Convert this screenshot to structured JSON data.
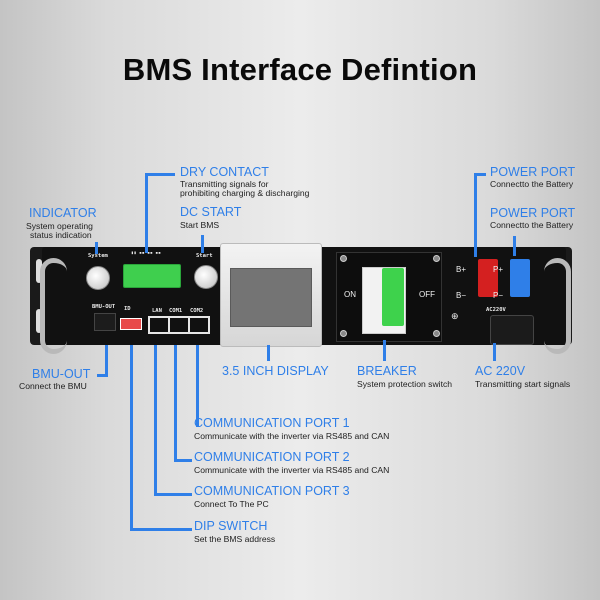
{
  "title": "BMS Interface Defintion",
  "colors": {
    "accent": "#2f7fe8",
    "terminal_green": "#3fcf4e",
    "connector_red": "#d42020",
    "connector_blue": "#2f7fe8"
  },
  "callouts": {
    "dry_contact": {
      "label": "DRY CONTACT",
      "desc1": "Transmitting signals for",
      "desc2": "prohibiting charging & discharging"
    },
    "dc_start": {
      "label": "DC START",
      "desc": "Start BMS"
    },
    "indicator": {
      "label": "INDICATOR",
      "desc1": "System operating",
      "desc2": "status indication"
    },
    "power_port_1": {
      "label": "POWER PORT",
      "desc": "Connectto the Battery"
    },
    "power_port_2": {
      "label": "POWER PORT",
      "desc": "Connectto the Battery"
    },
    "bmu_out": {
      "label": "BMU-OUT",
      "desc": "Connect the BMU"
    },
    "display": {
      "label": "3.5 INCH DISPLAY"
    },
    "breaker": {
      "label": "BREAKER",
      "desc": "System protection switch"
    },
    "ac_220v": {
      "label": "AC 220V",
      "desc": "Transmitting start signals"
    },
    "com_port_1": {
      "label": "COMMUNICATION PORT 1",
      "desc": "Communicate with the inverter via RS485 and CAN"
    },
    "com_port_2": {
      "label": "COMMUNICATION PORT 2",
      "desc": "Communicate with the inverter via RS485 and CAN"
    },
    "com_port_3": {
      "label": "COMMUNICATION PORT 3",
      "desc": "Connect To The PC"
    },
    "dip_switch": {
      "label": "DIP SWITCH",
      "desc": "Set the BMS address"
    }
  },
  "panel": {
    "system": "System",
    "start": "Start",
    "bmu_out": "BMU-OUT",
    "id": "ID",
    "lan": "LAN",
    "com1": "COM1",
    "com2": "COM2",
    "on": "ON",
    "off": "OFF",
    "b_plus": "B+",
    "b_minus": "B−",
    "p_plus": "P+",
    "p_minus": "P−",
    "ac220v": "AC220V"
  }
}
